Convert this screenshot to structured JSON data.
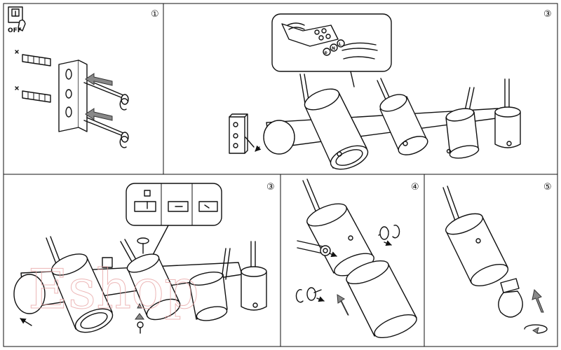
{
  "panels": [
    {
      "id": "p1",
      "step": "①"
    },
    {
      "id": "p3a",
      "step": "③"
    },
    {
      "id": "p3b",
      "step": "③"
    },
    {
      "id": "p4",
      "step": "④"
    },
    {
      "id": "p5",
      "step": "⑤"
    }
  ],
  "power_switch": {
    "label": "OFF"
  },
  "watermark": {
    "text": "Eshop"
  },
  "wiring": {
    "terminals": [
      "⊕",
      "N",
      "L"
    ]
  }
}
